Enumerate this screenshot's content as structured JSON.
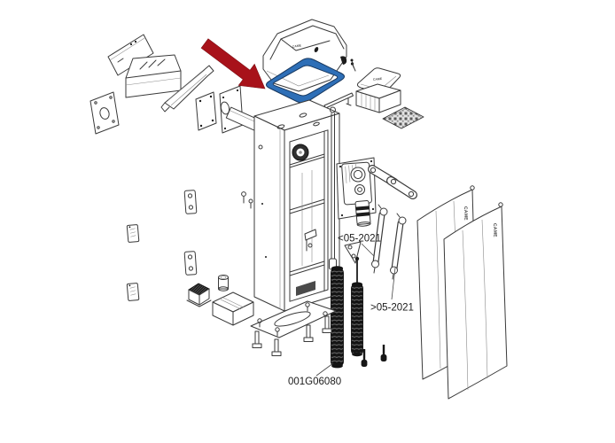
{
  "brand_logo": "CAME",
  "annotations": {
    "variant_before": "<05-2021",
    "variant_after": ">05-2021",
    "part_number": "001G06080"
  },
  "colors": {
    "background": "#ffffff",
    "line_art": "#3a3a3a",
    "arrow_red": "#a8121a",
    "highlight_blue": "#2e6fb7",
    "highlight_edge": "#17375e",
    "spring_black": "#141414"
  },
  "highlight": {
    "part": "lid-gasket",
    "indicator": "red-arrow"
  },
  "parts": [
    "rear-cover-plate",
    "cover-plate",
    "lamp-housing",
    "channel-bracket",
    "flange-plate",
    "flange-plate-slotted",
    "boom-hub-shaft",
    "top-cover",
    "lid-gasket",
    "control-box-lid",
    "control-box",
    "circuit-board",
    "cabinet-body",
    "lock-cylinder",
    "door-hinge",
    "lock-unit",
    "accessory-box",
    "gearmotor",
    "release-knob",
    "crank-arm",
    "ball-joint-tie-rod",
    "release-triangle-bracket",
    "spring-tension-rod",
    "balance-spring-large",
    "balance-spring-small",
    "spring-bolt",
    "base-plate",
    "anchor-bolt",
    "door-panel-rear",
    "door-panel-front"
  ]
}
